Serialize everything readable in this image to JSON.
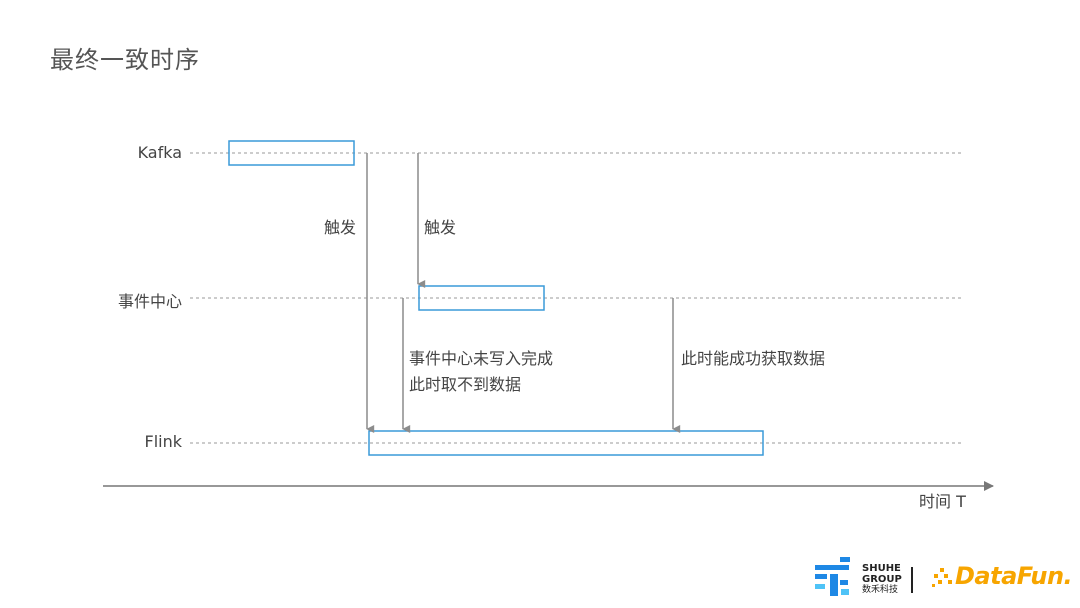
{
  "title": "最终一致时序",
  "lanes": {
    "kafka": "Kafka",
    "event_center": "事件中心",
    "flink": "Flink"
  },
  "labels": {
    "trigger_1": "触发",
    "trigger_2": "触发",
    "not_written_line1": "事件中心未写入完成",
    "not_written_line2": "此时取不到数据",
    "success": "此时能成功获取数据",
    "time_axis": "时间 T"
  },
  "logo": {
    "shuhe_line1": "SHUHE",
    "shuhe_line2": "GROUP",
    "shuhe_cn": "数禾科技",
    "datafun": "DataFun."
  },
  "colors": {
    "box_stroke": "#3a9ad9",
    "arrow": "#8c8c8c",
    "dash": "#9a9a9a",
    "axis": "#777777",
    "shuhe_blue": "#1e88e5",
    "datafun_orange": "#f7a500"
  }
}
